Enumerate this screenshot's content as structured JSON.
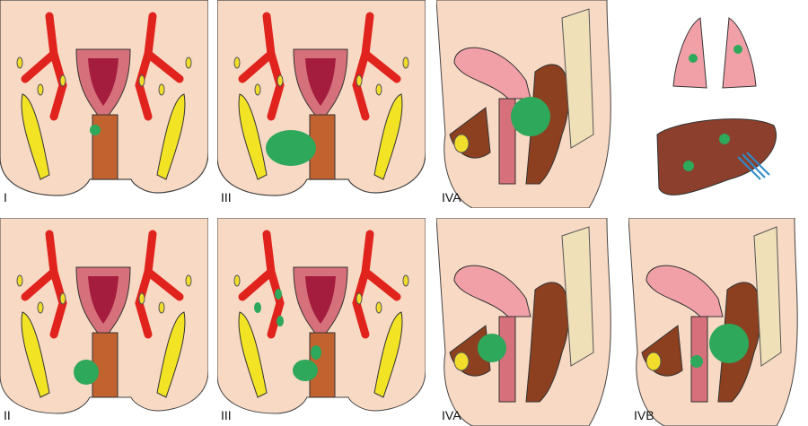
{
  "panels": [
    {
      "label": "I"
    },
    {
      "label": "III"
    },
    {
      "label": "IVA"
    },
    {
      "label": ""
    },
    {
      "label": "II"
    },
    {
      "label": "III"
    },
    {
      "label": "IVA"
    },
    {
      "label": "IVB"
    }
  ],
  "colors": {
    "skin": "#f8d9c4",
    "artery": "#e0231d",
    "node": "#f2dc2c",
    "muscle": "#f2e325",
    "uterus": "#d6707a",
    "uterus_inner": "#a41d3f",
    "vagina": "#c2622e",
    "tumor": "#2ea85a",
    "rectum": "#8c4020",
    "spine": "#efe0b8",
    "lung": "#f2a0a8",
    "liver": "#8b3f2c"
  }
}
